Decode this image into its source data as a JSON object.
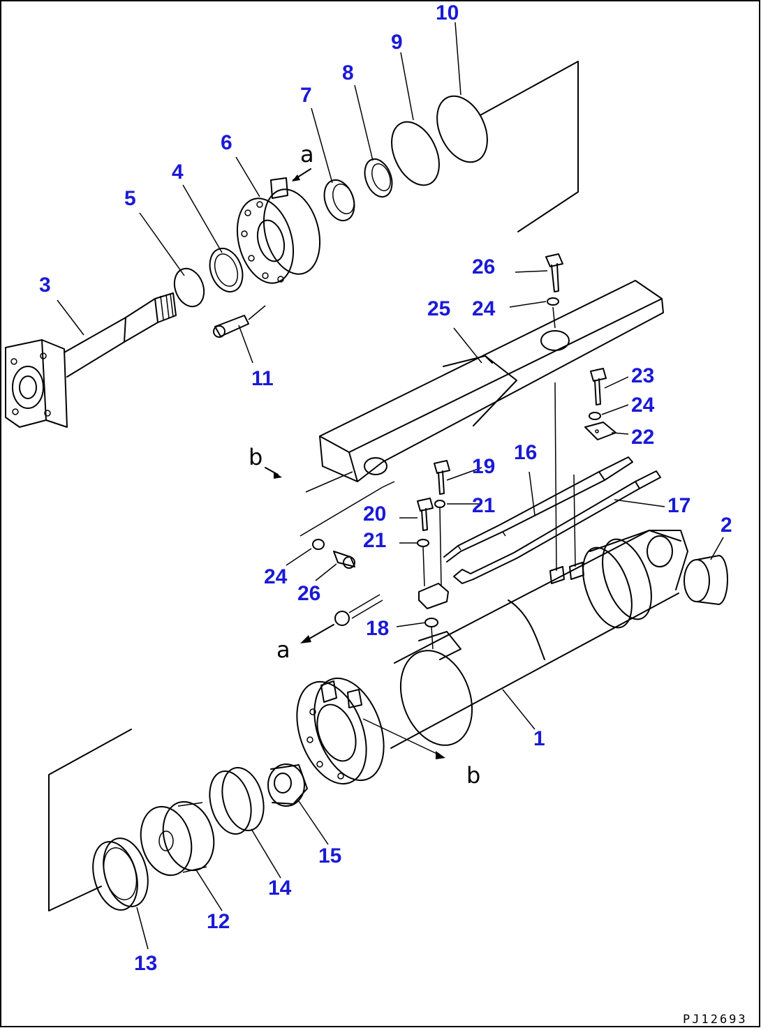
{
  "diagram": {
    "drawing_code": "PJ12693",
    "reference_letters": {
      "a": "a",
      "b": "b"
    },
    "callouts": [
      {
        "id": "c1",
        "label": "1"
      },
      {
        "id": "c2",
        "label": "2"
      },
      {
        "id": "c3",
        "label": "3"
      },
      {
        "id": "c4",
        "label": "4"
      },
      {
        "id": "c5",
        "label": "5"
      },
      {
        "id": "c6",
        "label": "6"
      },
      {
        "id": "c7",
        "label": "7"
      },
      {
        "id": "c8",
        "label": "8"
      },
      {
        "id": "c9",
        "label": "9"
      },
      {
        "id": "c10",
        "label": "10"
      },
      {
        "id": "c11",
        "label": "11"
      },
      {
        "id": "c12",
        "label": "12"
      },
      {
        "id": "c13",
        "label": "13"
      },
      {
        "id": "c14",
        "label": "14"
      },
      {
        "id": "c15",
        "label": "15"
      },
      {
        "id": "c16",
        "label": "16"
      },
      {
        "id": "c17",
        "label": "17"
      },
      {
        "id": "c18",
        "label": "18"
      },
      {
        "id": "c19",
        "label": "19"
      },
      {
        "id": "c20",
        "label": "20"
      },
      {
        "id": "c21a",
        "label": "21"
      },
      {
        "id": "c21b",
        "label": "21"
      },
      {
        "id": "c22",
        "label": "22"
      },
      {
        "id": "c23",
        "label": "23"
      },
      {
        "id": "c24a",
        "label": "24"
      },
      {
        "id": "c24b",
        "label": "24"
      },
      {
        "id": "c24c",
        "label": "24"
      },
      {
        "id": "c25",
        "label": "25"
      },
      {
        "id": "c26a",
        "label": "26"
      },
      {
        "id": "c26b",
        "label": "26"
      }
    ]
  }
}
